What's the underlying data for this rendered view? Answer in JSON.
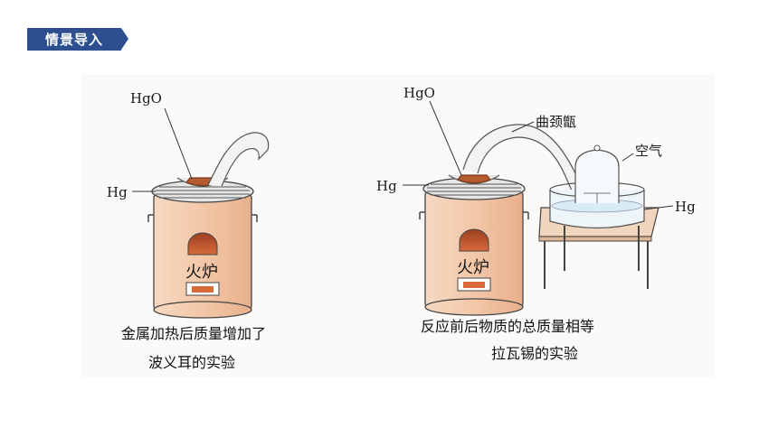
{
  "header": {
    "tag": "情景导入"
  },
  "left_figure": {
    "label_hgo": "HgO",
    "label_hg": "Hg",
    "furnace_text": "火炉",
    "caption_line1": "金属加热后质量增加了",
    "caption_line2": "波义耳的实验"
  },
  "right_figure": {
    "label_hgo": "HgO",
    "label_retort": "曲颈甑",
    "label_air": "空气",
    "label_hg_left": "Hg",
    "label_hg_right": "Hg",
    "furnace_text": "火炉",
    "caption_line1": "反应前后物质的总质量相等",
    "caption_line2": "拉瓦锡的实验"
  },
  "colors": {
    "banner": "#2d4f8f",
    "furnace": "#f2c7a8",
    "flame": "#c8562a"
  }
}
